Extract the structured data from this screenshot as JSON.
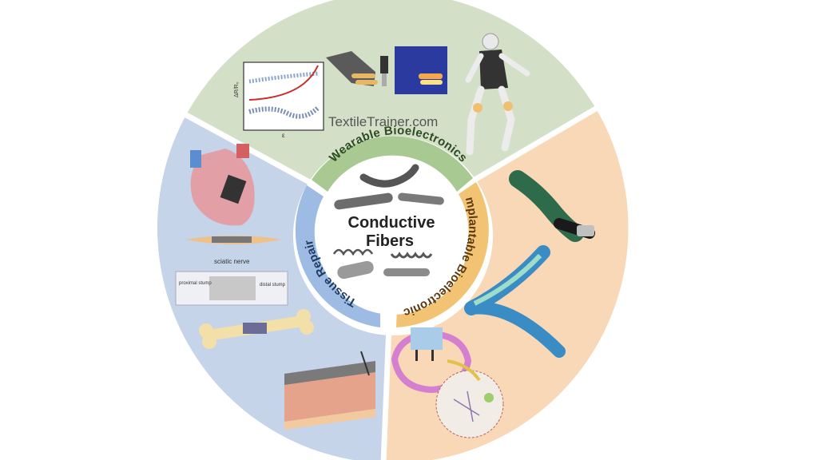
{
  "center": {
    "title_line1": "Conductive",
    "title_line2": "Fibers"
  },
  "segments": {
    "wearable": {
      "label": "Wearable Bioelectronics",
      "color": "#d3e0c7",
      "band_color": "#4f8a3c"
    },
    "implantable": {
      "label": "Implantable Bioelectronics",
      "color": "#f8d8b6",
      "band_color": "#e8a94a"
    },
    "tissue": {
      "label": "Tissue Repair",
      "color": "#c5d4e8",
      "band_color": "#6f9bd1"
    }
  },
  "watermark": "TextileTrainer.com",
  "illustration_labels": {
    "sciatic_nerve": "sciatic nerve",
    "proximal_stump": "proximal stump",
    "distal_stump": "distal stump",
    "chart_ylabel": "ΔR/R₀",
    "chart_xlabel": "ε"
  }
}
